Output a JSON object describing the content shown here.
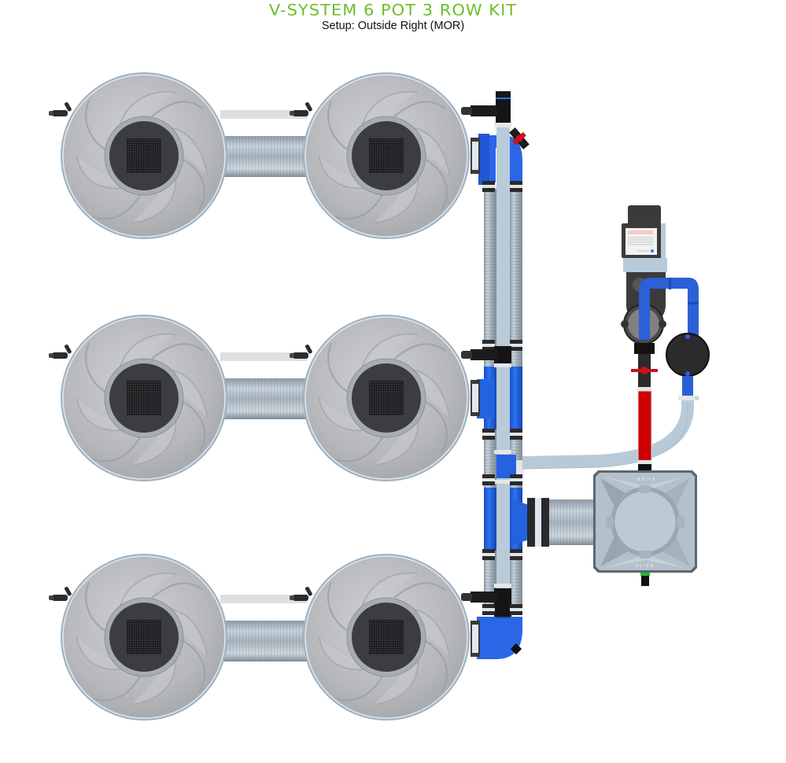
{
  "header": {
    "title": "V-SYSTEM 6 POT 3 ROW KIT",
    "subtitle": "Setup: Outside Right (MOR)"
  },
  "colors": {
    "title_green": "#6dbd2b",
    "pot_gray": "#b9bbbe",
    "pot_rim": "#8fa3b5",
    "pot_center": "#3b3d40",
    "pipe_blue": "#1f5fe0",
    "tube_light": "#b8cad8",
    "feed_red": "#cc0000",
    "pump_black": "#222222",
    "reservoir_gray": "#a9b6c1"
  },
  "pots": [
    {
      "row": 1,
      "position": "left"
    },
    {
      "row": 1,
      "position": "right"
    },
    {
      "row": 2,
      "position": "left"
    },
    {
      "row": 2,
      "position": "right"
    },
    {
      "row": 3,
      "position": "left"
    },
    {
      "row": 3,
      "position": "right"
    }
  ],
  "reservoir": {
    "label_top": "ALIEN",
    "label_bottom": "ALIEN"
  }
}
